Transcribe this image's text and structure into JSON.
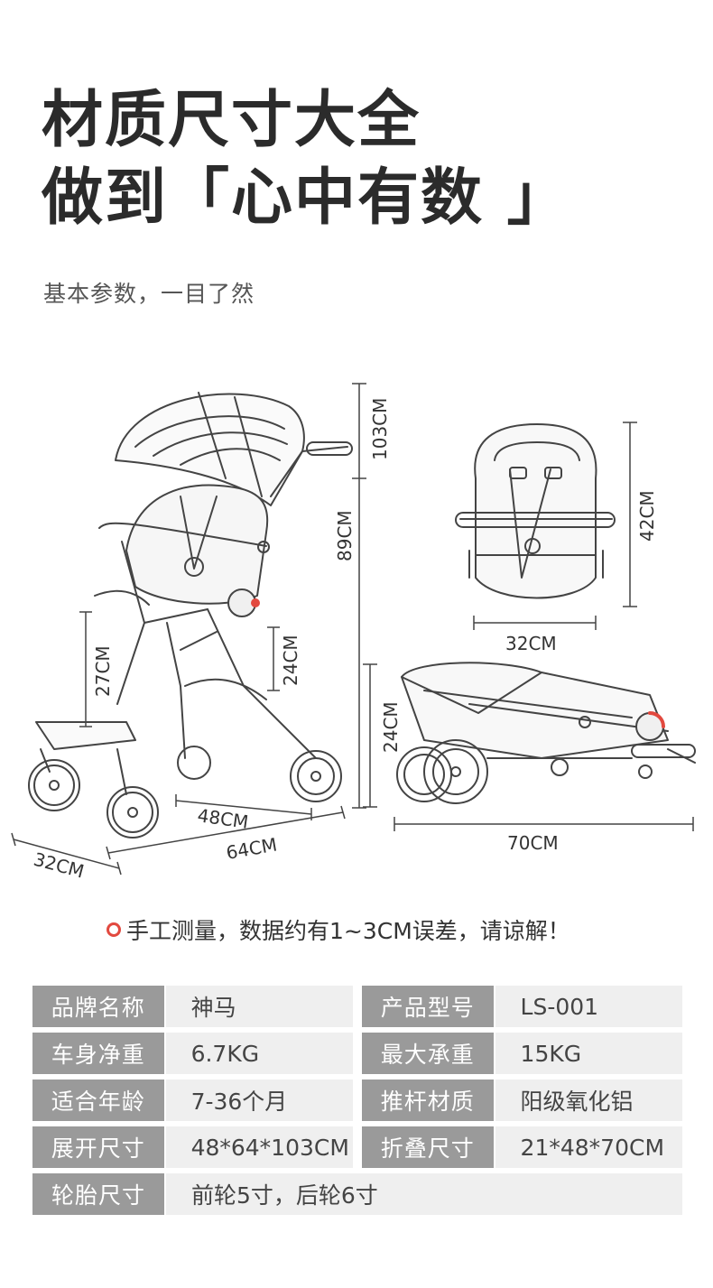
{
  "header": {
    "title_line1": "材质尺寸大全",
    "title_line2": "做到「心中有数 」",
    "subtitle": "基本参数，一目了然"
  },
  "dimensions": {
    "total_height": "103CM",
    "seat_height": "89CM",
    "leg_height": "27CM",
    "seat_depth": "24CM",
    "width": "32CM",
    "base_width": "48CM",
    "length": "64CM",
    "seat_width": "32CM",
    "seat_back": "42CM",
    "folded_height": "24CM",
    "folded_length": "70CM"
  },
  "note": "手工测量，数据约有1~3CM误差，请谅解！",
  "specs": [
    [
      {
        "label": "品牌名称",
        "value": "神马"
      },
      {
        "label": "产品型号",
        "value": "LS-001"
      }
    ],
    [
      {
        "label": "车身净重",
        "value": "6.7KG"
      },
      {
        "label": "最大承重",
        "value": "15KG"
      }
    ],
    [
      {
        "label": "适合年龄",
        "value": "7-36个月"
      },
      {
        "label": "推杆材质",
        "value": "阳级氧化铝"
      }
    ],
    [
      {
        "label": "展开尺寸",
        "value": "48*64*103CM"
      },
      {
        "label": "折叠尺寸",
        "value": "21*48*70CM"
      }
    ],
    [
      {
        "label": "轮胎尺寸",
        "value": "前轮5寸，后轮6寸"
      }
    ]
  ],
  "colors": {
    "accent": "#e2493f",
    "label_bg": "#9a9a9a",
    "value_bg": "#efefef"
  }
}
